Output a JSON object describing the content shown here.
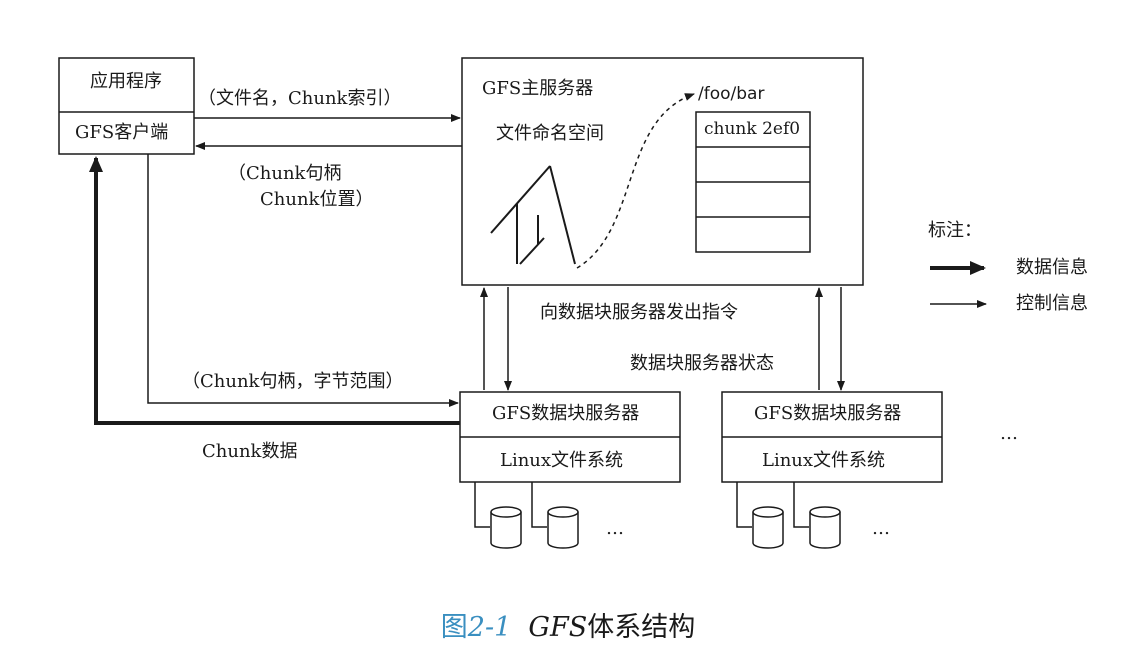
{
  "client": {
    "app_label": "应用程序",
    "client_label": "GFS客户端"
  },
  "master": {
    "title": "GFS主服务器",
    "namespace_label": "文件命名空间",
    "path_label": "/foo/bar",
    "chunk_label": "chunk 2ef0"
  },
  "messages": {
    "request": "（文件名，Chunk索引）",
    "reply_line1": "（Chunk句柄",
    "reply_line2": "Chunk位置）",
    "to_chunkserver": "向数据块服务器发出指令",
    "chunkserver_state": "数据块服务器状态",
    "client_to_chunkserver": "（Chunk句柄，字节范围）",
    "chunk_data": "Chunk数据"
  },
  "chunkservers": [
    {
      "title": "GFS数据块服务器",
      "fs": "Linux文件系统"
    },
    {
      "title": "GFS数据块服务器",
      "fs": "Linux文件系统"
    }
  ],
  "ellipsis": "…",
  "legend": {
    "title": "标注：",
    "data_info": "数据信息",
    "control_info": "控制信息"
  },
  "caption": {
    "prefix": "图",
    "number": "2-1",
    "gfs": "GFS",
    "rest": "体系结构"
  },
  "colors": {
    "line": "#1a1a1a",
    "caption": "#3a8fc0"
  }
}
